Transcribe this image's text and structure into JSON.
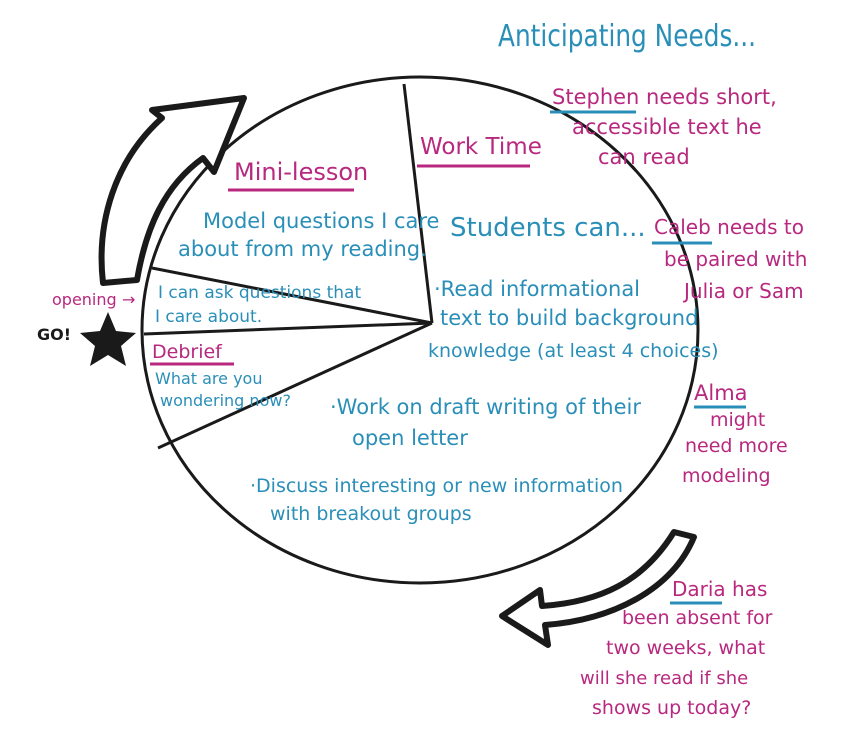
{
  "title": "Anticipating Needs...",
  "colors": {
    "blue": "#2a8fb8",
    "magenta": "#b8287e",
    "ink": "#1a1a1a"
  },
  "opening": {
    "label": "opening",
    "arrow": "→",
    "go": "GO!"
  },
  "mini_lesson": {
    "heading": "Mini-lesson",
    "text": [
      "Model questions I care",
      "about from my reading."
    ],
    "target": [
      "I can ask questions that",
      "I care about."
    ]
  },
  "work_time": {
    "heading": "Work Time",
    "intro": "Students can...",
    "items": [
      {
        "lines": [
          "·Read informational",
          "text to build background",
          "knowledge (at least 4 choices)"
        ]
      },
      {
        "lines": [
          "·Work on draft writing of their",
          "open letter"
        ]
      },
      {
        "lines": [
          "·Discuss interesting or new information",
          "with breakout groups"
        ]
      }
    ]
  },
  "debrief": {
    "heading": "Debrief",
    "text": [
      "What are you",
      "wondering now?"
    ]
  },
  "needs": [
    {
      "name": "Stephen",
      "lines": [
        " needs short,",
        "accessible text he",
        "can read"
      ]
    },
    {
      "name": "Caleb",
      "lines": [
        " needs to",
        "be paired with",
        "Julia or Sam"
      ]
    },
    {
      "name": "Alma",
      "lines": [
        "might",
        "need more",
        "modeling"
      ]
    },
    {
      "name": "Daria",
      "lines": [
        " has",
        "been absent for",
        "two weeks, what",
        "will she read if she",
        "shows up today?"
      ]
    }
  ]
}
